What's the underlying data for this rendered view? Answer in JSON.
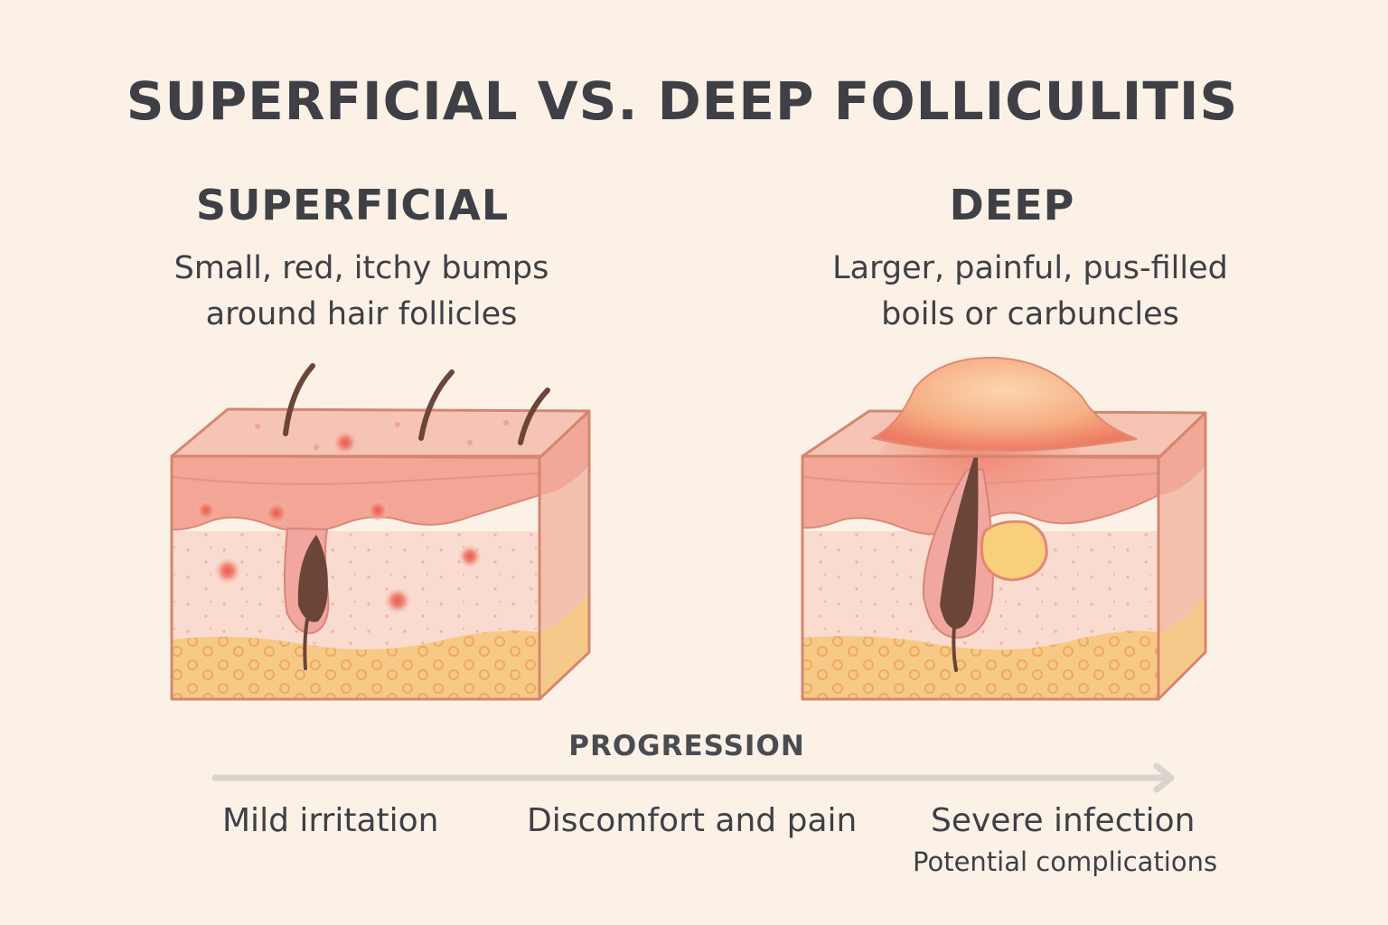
{
  "title": "SUPERFICIAL VS. DEEP FOLLICULITIS",
  "superficial": {
    "heading": "SUPERFICIAL",
    "description_line1": "Small, red, itchy bumps",
    "description_line2": "around hair follicles"
  },
  "deep": {
    "heading": "DEEP",
    "description_line1": "Larger, painful, pus-filled",
    "description_line2": "boils or carbuncles"
  },
  "progression": {
    "label": "PROGRESSION",
    "stages": [
      "Mild irritation",
      "Discomfort and pain",
      "Severe infection"
    ],
    "final_note": "Potential complications"
  },
  "colors": {
    "background": "#fbf1e7",
    "epidermis": "#f4b3a0",
    "dermis": "#f8d7ca",
    "fat": "#f6c98a",
    "outline": "#d4866f",
    "hair": "#6b4538",
    "inflammation": "#ee7a6a",
    "pus": "#f8cb7a",
    "arrow": "#d9d4ce"
  }
}
